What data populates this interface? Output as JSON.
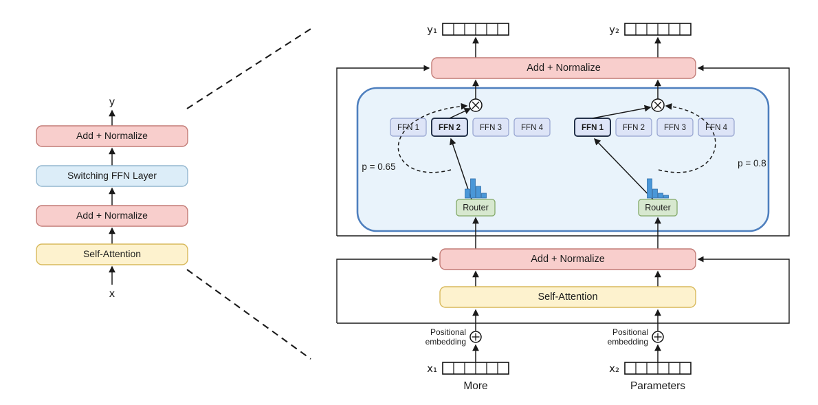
{
  "left_panel": {
    "output_label": "y",
    "input_label": "x",
    "boxes": [
      "Add + Normalize",
      "Switching FFN Layer",
      "Add + Normalize",
      "Self-Attention"
    ]
  },
  "right_panel": {
    "outputs": {
      "y1": "y₁",
      "y2": "y₂"
    },
    "add_normalize_top": "Add + Normalize",
    "add_normalize_mid": "Add + Normalize",
    "self_attention": "Self-Attention",
    "expert_group_left": {
      "ffn_labels": [
        "FFN 1",
        "FFN 2",
        "FFN 3",
        "FFN 4"
      ],
      "selected_ffn": "FFN 2",
      "router_label": "Router",
      "p_label": "p = 0.65",
      "histogram": [
        0.45,
        1.0,
        0.6,
        0.25
      ]
    },
    "expert_group_right": {
      "ffn_labels": [
        "FFN 1",
        "FFN 2",
        "FFN 3",
        "FFN 4"
      ],
      "selected_ffn": "FFN 1",
      "router_label": "Router",
      "p_label": "p = 0.8",
      "histogram": [
        1.0,
        0.45,
        0.25,
        0.14
      ]
    },
    "positional_embedding": {
      "line1": "Positional",
      "line2": "embedding"
    },
    "inputs": {
      "x1": "x₁",
      "x2": "x₂"
    },
    "captions": {
      "left": "More",
      "right": "Parameters"
    }
  },
  "colors": {
    "add_norm_fill": "#f8cecc",
    "add_norm_stroke": "#c27b76",
    "attention_fill": "#fdf2ce",
    "attention_stroke": "#d8b95c",
    "switch_layer_fill": "#dcedf8",
    "switch_layer_stroke": "#94b7cf",
    "container_fill": "#e9f3fb",
    "container_stroke": "#4e7fbe",
    "ffn_fill": "#dde4f7",
    "ffn_stroke": "#94a2cf",
    "ffn_selected_stroke": "#24324b",
    "router_fill": "#d7e8cf",
    "router_stroke": "#82a968",
    "histogram_fill": "#4a97d8",
    "histogram_stroke": "#2f6da8"
  }
}
